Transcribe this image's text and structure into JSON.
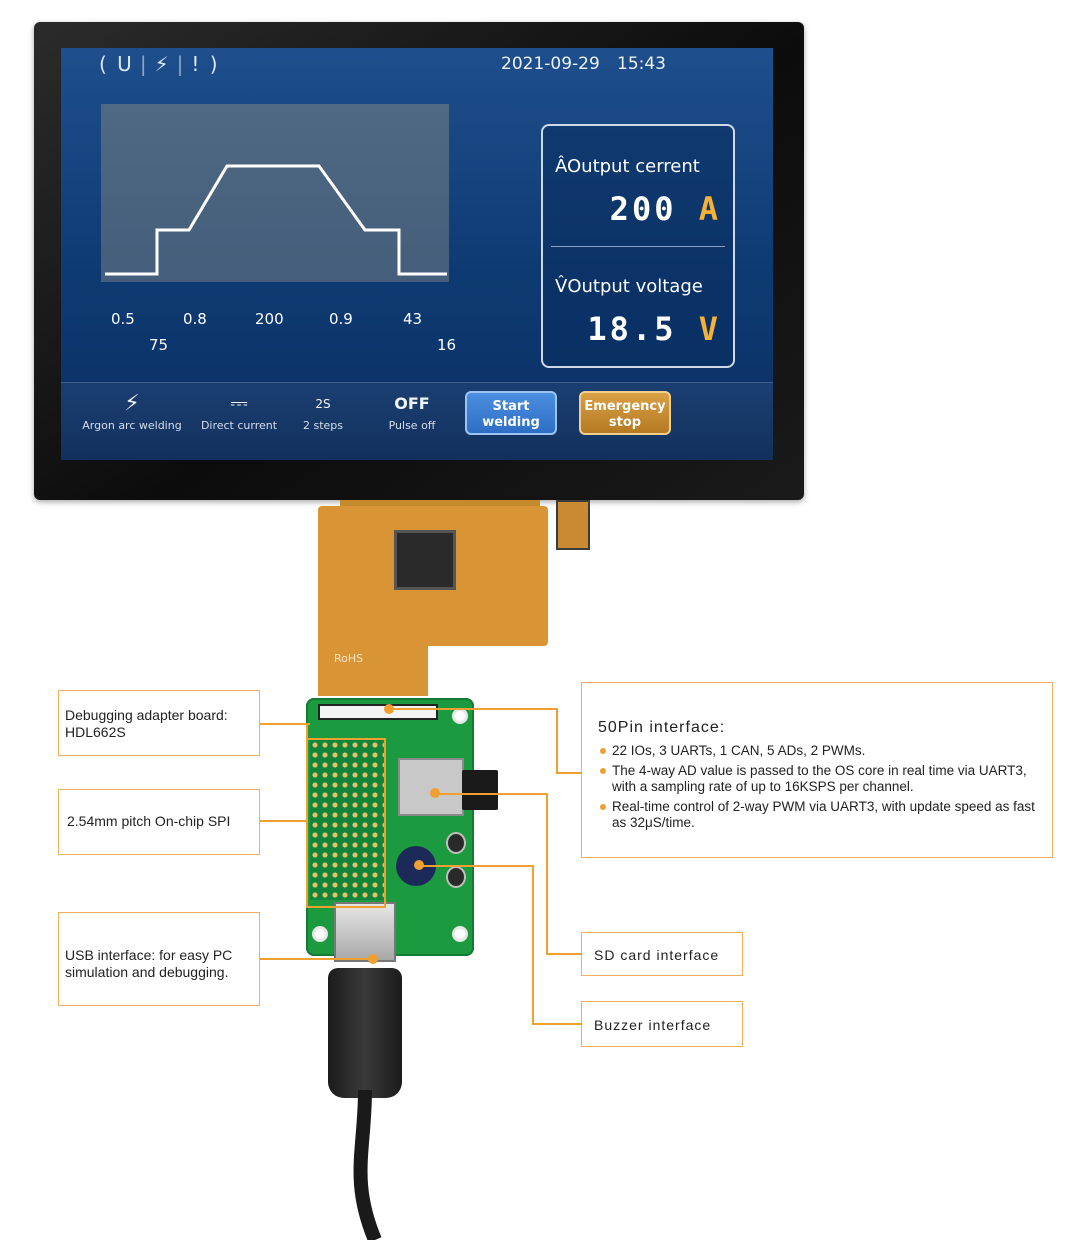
{
  "screen": {
    "status_icons": [
      "U",
      "⚡",
      "!"
    ],
    "date": "2021-09-29",
    "time": "15:43",
    "graph": {
      "labels_row1": [
        "0.5",
        "0.8",
        "200",
        "0.9",
        "43"
      ],
      "labels_row2": [
        "75",
        "16"
      ]
    },
    "output_current": {
      "label": "Output cerrent",
      "value": "200",
      "unit": "A"
    },
    "output_voltage": {
      "label": "Output voltage",
      "value": "18.5",
      "unit": "V"
    },
    "toolbar": {
      "items": [
        {
          "label": "Argon arc welding",
          "icon": "welding-torch-icon"
        },
        {
          "label": "Direct current",
          "icon": "direct-current-icon"
        },
        {
          "label": "2 steps",
          "icon": "steps-icon",
          "glyph": "2S"
        },
        {
          "label": "Pulse off",
          "icon": "pulse-icon",
          "glyph": "OFF"
        }
      ],
      "start_button": "Start welding",
      "stop_button": "Emergency stop"
    }
  },
  "board": {
    "rohs": "RoHS"
  },
  "callouts": {
    "adapter": {
      "line1": "Debugging adapter board:",
      "line2": "HDL662S"
    },
    "spi": "2.54mm pitch On-chip SPI",
    "usb": {
      "line1": "USB interface:  for easy PC",
      "line2": "simulation and debugging."
    },
    "pin": {
      "title": "50Pin interface:",
      "items": [
        "22 IOs, 3 UARTs, 1 CAN, 5 ADs, 2 PWMs.",
        "The 4-way AD value is passed to the OS core in real time via UART3, with a sampling rate of up to 16KSPS per channel.",
        "Real-time control of 2-way PWM via UART3, with update speed as fast as 32μS/time."
      ]
    },
    "sd": "SD card interface",
    "buzzer": "Buzzer interface"
  },
  "colors": {
    "accent": "#f0a030",
    "screen_bg": "#0e3a73",
    "unit": "#f6b236"
  }
}
